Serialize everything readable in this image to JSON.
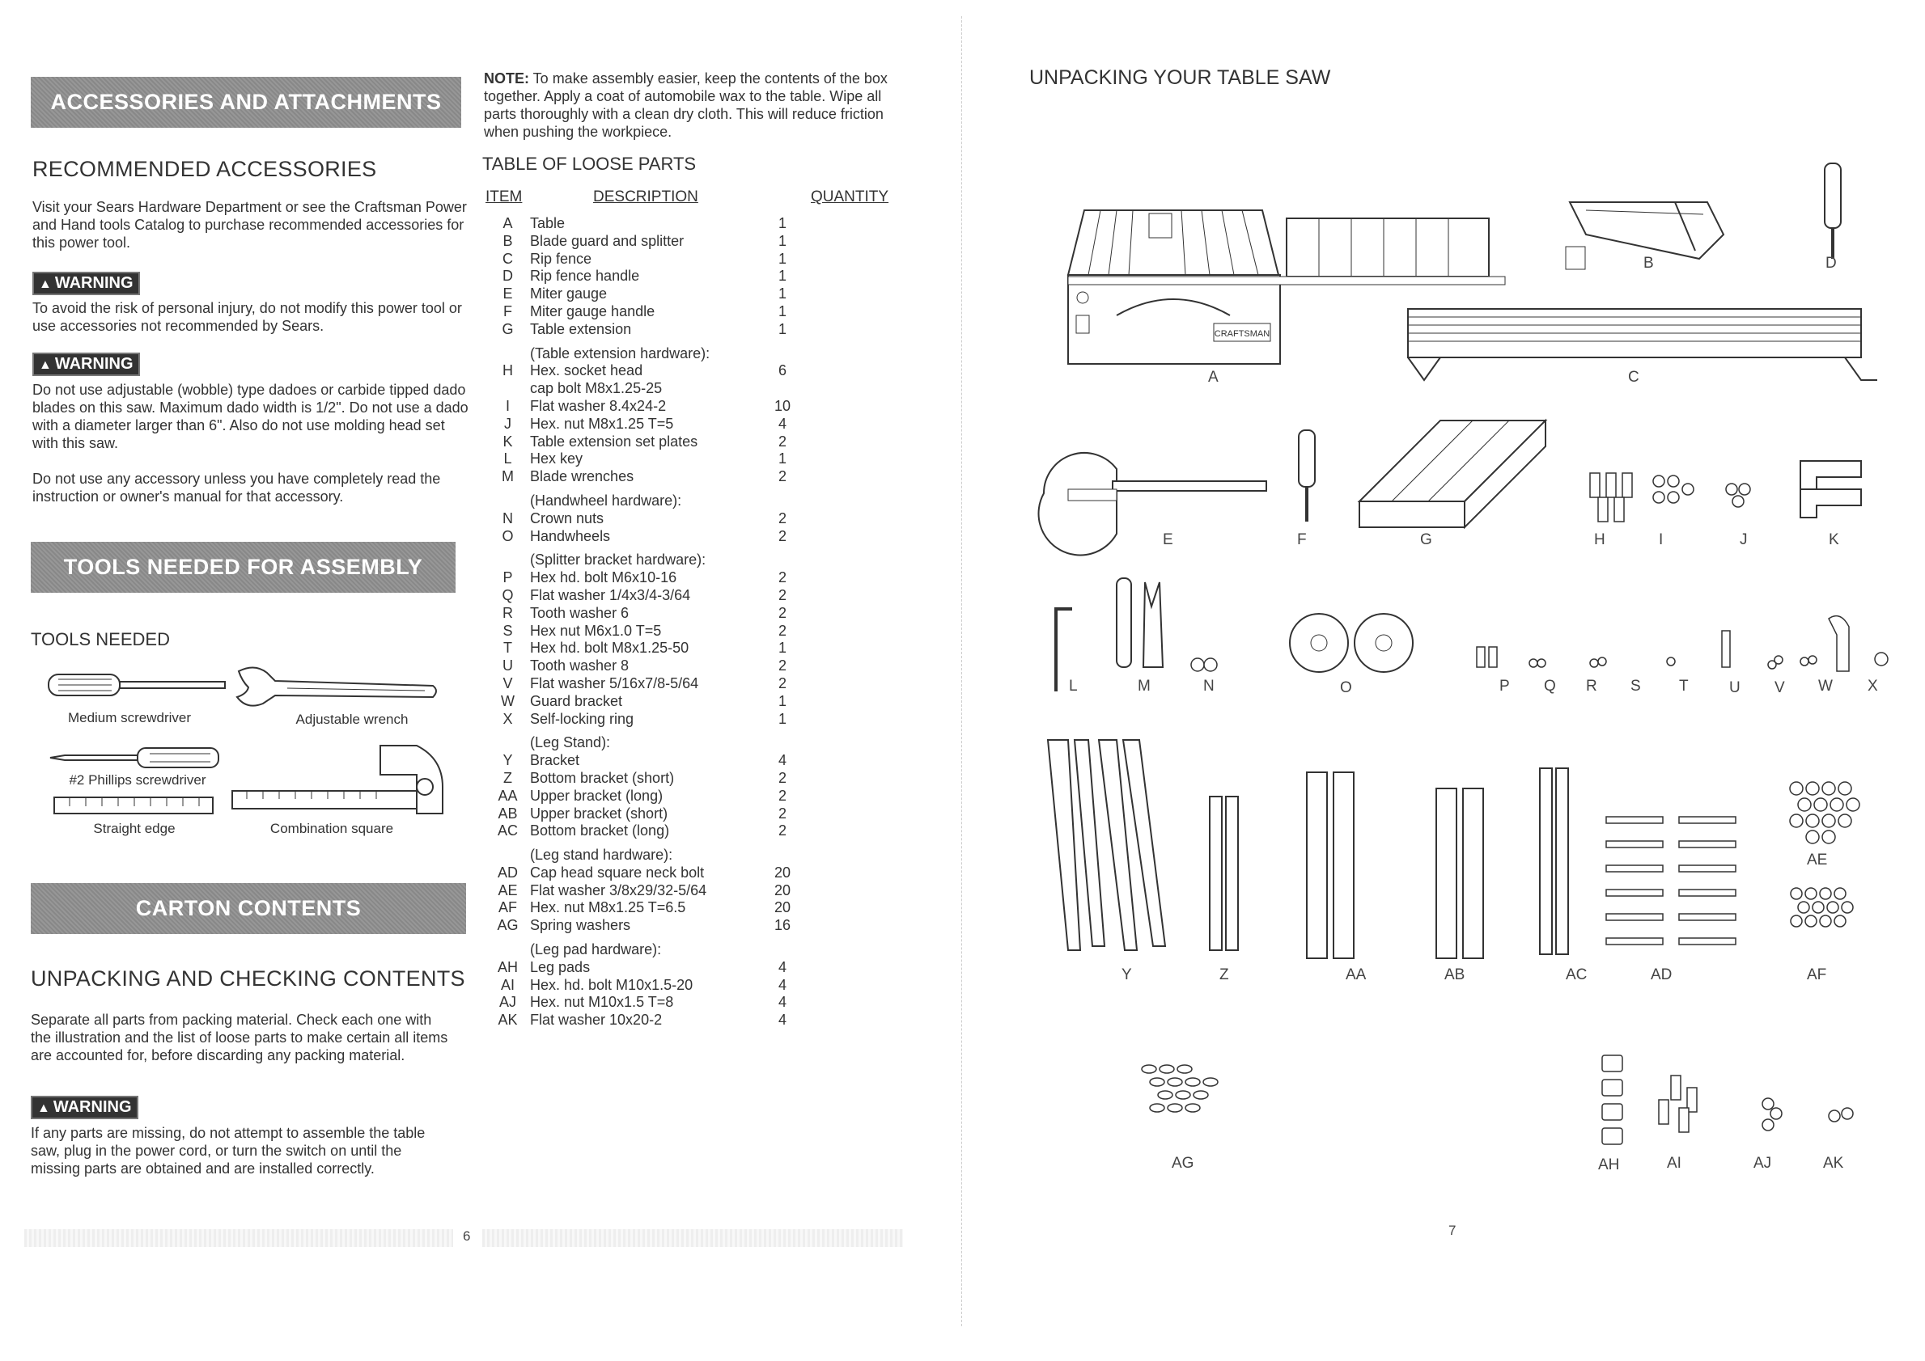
{
  "left": {
    "banners": {
      "accessories": "ACCESSORIES AND ATTACHMENTS",
      "tools": "TOOLS NEEDED FOR ASSEMBLY",
      "carton": "CARTON CONTENTS"
    },
    "recommended_title": "RECOMMENDED ACCESSORIES",
    "recommended_text": "Visit your Sears Hardware Department or see the Craftsman Power and Hand tools Catalog to purchase recommended accessories for this power tool.",
    "warning_label": "WARNING",
    "warning1_text": "To avoid the risk of personal injury, do not modify this power tool or use accessories not recommended by Sears.",
    "warning2_text": "Do not use adjustable (wobble) type dadoes or carbide tipped dado blades on this saw. Maximum dado width is 1/2\". Do not use a dado with a diameter larger than 6\". Also do not use molding head set with this saw.",
    "accessory_note": "Do not use any accessory unless you have completely read the instruction or owner's manual for that accessory.",
    "tools_title": "TOOLS NEEDED",
    "tools": {
      "screwdriver": "Medium screwdriver",
      "wrench": "Adjustable wrench",
      "phillips": "#2 Phillips screwdriver",
      "straight_edge": "Straight edge",
      "square": "Combination square"
    },
    "unpacking_title": "UNPACKING AND CHECKING CONTENTS",
    "unpacking_text": "Separate all parts from packing material. Check each one with the illustration and the list of loose parts to make certain all items are accounted for, before discarding any packing material.",
    "warning3_text": "If any parts are missing, do not attempt to assemble the table saw, plug in the power cord, or turn the switch on until the missing parts are obtained and are installed correctly.",
    "note_label": "NOTE:",
    "note_text": " To make assembly easier, keep the contents of the box together. Apply a coat of automobile wax to the table. Wipe all parts thoroughly with a clean dry cloth. This will reduce friction when pushing the workpiece.",
    "loose_title": "TABLE OF LOOSE PARTS",
    "col_item": "ITEM",
    "col_desc": "DESCRIPTION",
    "col_qty": "QUANTITY",
    "groups": [
      {
        "header": "",
        "rows": [
          [
            "A",
            "Table",
            "1"
          ],
          [
            "B",
            "Blade guard and splitter",
            "1"
          ],
          [
            "C",
            "Rip fence",
            "1"
          ],
          [
            "D",
            "Rip fence handle",
            "1"
          ],
          [
            "E",
            "Miter gauge",
            "1"
          ],
          [
            "F",
            "Miter gauge handle",
            "1"
          ],
          [
            "G",
            "Table extension",
            "1"
          ]
        ]
      },
      {
        "header": "(Table extension hardware):",
        "rows": [
          [
            "H",
            "Hex. socket head",
            "6"
          ],
          [
            "",
            "cap bolt  M8x1.25-25",
            ""
          ],
          [
            "I",
            "Flat washer  8.4x24-2",
            "10"
          ],
          [
            "J",
            "Hex. nut  M8x1.25 T=5",
            "4"
          ],
          [
            "K",
            "Table extension set plates",
            "2"
          ],
          [
            "L",
            "Hex key",
            "1"
          ],
          [
            "M",
            "Blade wrenches",
            "2"
          ]
        ]
      },
      {
        "header": "(Handwheel hardware):",
        "rows": [
          [
            "N",
            "Crown nuts",
            "2"
          ],
          [
            "O",
            "Handwheels",
            "2"
          ]
        ]
      },
      {
        "header": "(Splitter bracket hardware):",
        "rows": [
          [
            "P",
            "Hex hd. bolt  M6x10-16",
            "2"
          ],
          [
            "Q",
            "Flat washer  1/4x3/4-3/64",
            "2"
          ],
          [
            "R",
            "Tooth washer  6",
            "2"
          ],
          [
            "S",
            "Hex nut  M6x1.0 T=5",
            "2"
          ],
          [
            "T",
            "Hex hd. bolt  M8x1.25-50",
            "1"
          ],
          [
            "U",
            "Tooth washer  8",
            "2"
          ],
          [
            "V",
            "Flat washer  5/16x7/8-5/64",
            "2"
          ],
          [
            "W",
            "Guard bracket",
            "1"
          ],
          [
            "X",
            "Self-locking ring",
            "1"
          ]
        ]
      },
      {
        "header": "(Leg Stand):",
        "rows": [
          [
            "Y",
            "Bracket",
            "4"
          ],
          [
            "Z",
            "Bottom bracket (short)",
            "2"
          ],
          [
            "AA",
            "Upper bracket (long)",
            "2"
          ],
          [
            "AB",
            "Upper bracket (short)",
            "2"
          ],
          [
            "AC",
            "Bottom bracket (long)",
            "2"
          ]
        ]
      },
      {
        "header": "(Leg stand hardware):",
        "rows": [
          [
            "AD",
            "Cap head square neck bolt",
            "20"
          ],
          [
            "AE",
            "Flat washer  3/8x29/32-5/64",
            "20"
          ],
          [
            "AF",
            "Hex. nut  M8x1.25  T=6.5",
            "20"
          ],
          [
            "AG",
            "Spring washers",
            "16"
          ]
        ]
      },
      {
        "header": "(Leg pad hardware):",
        "rows": [
          [
            "AH",
            "Leg pads",
            "4"
          ],
          [
            "AI",
            "Hex. hd. bolt  M10x1.5-20",
            "4"
          ],
          [
            "AJ",
            "Hex. nut  M10x1.5  T=8",
            "4"
          ],
          [
            "AK",
            "Flat washer  10x20-2",
            "4"
          ]
        ]
      }
    ],
    "page_number": "6"
  },
  "right": {
    "title": "UNPACKING YOUR TABLE SAW",
    "brand_plate": "CRAFTSMAN",
    "labels": [
      "A",
      "B",
      "C",
      "D",
      "E",
      "F",
      "G",
      "H",
      "I",
      "J",
      "K",
      "L",
      "M",
      "N",
      "O",
      "P",
      "Q",
      "R",
      "S",
      "T",
      "U",
      "V",
      "W",
      "X",
      "Y",
      "Z",
      "AA",
      "AB",
      "AC",
      "AD",
      "AE",
      "AF",
      "AG",
      "AH",
      "AI",
      "AJ",
      "AK"
    ],
    "page_number": "7"
  }
}
